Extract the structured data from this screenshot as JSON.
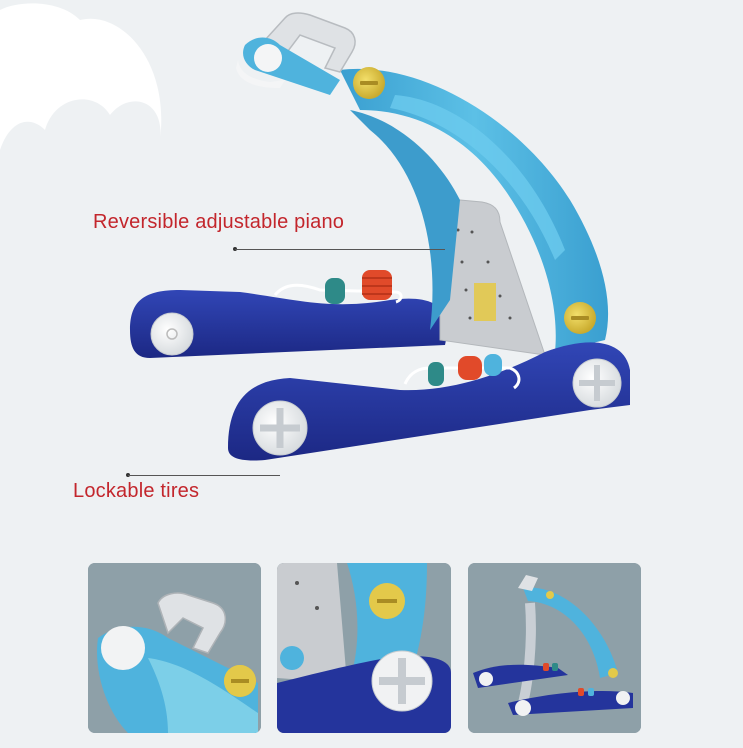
{
  "callouts": {
    "piano": "Reversible adjustable piano",
    "tires": "Lockable tires"
  },
  "colors": {
    "blue_body": "#4fb3dd",
    "navy_base": "#24349c",
    "yellow_knob": "#e3c94a",
    "label_red": "#c3262c"
  },
  "thumbnails": [
    {
      "subject": "handle-detail"
    },
    {
      "subject": "wheel-detail"
    },
    {
      "subject": "full-walker-view"
    }
  ]
}
